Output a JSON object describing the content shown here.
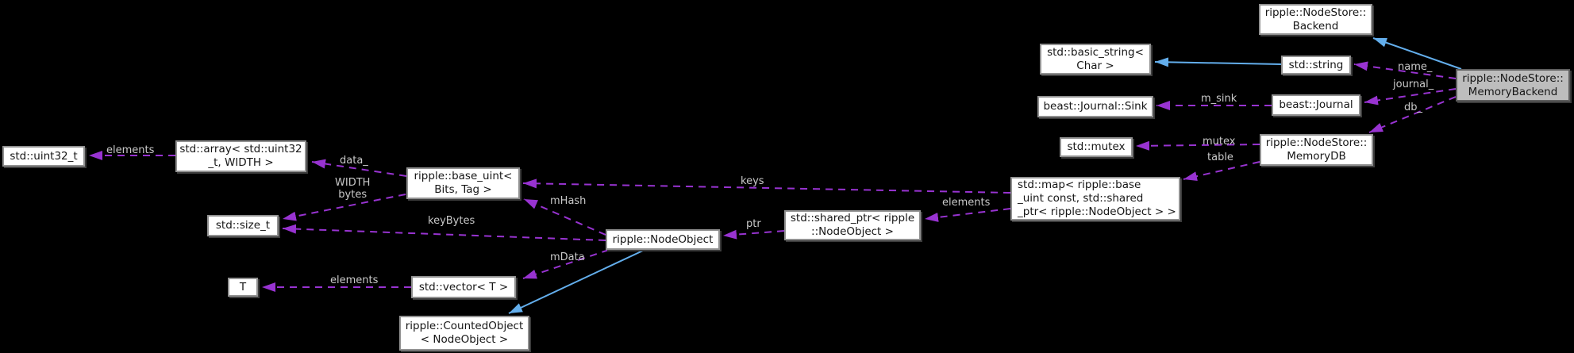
{
  "diagram": {
    "type": "doxygen-collaboration-graph",
    "nodes": {
      "uint32": {
        "label": "std::uint32_t"
      },
      "array": {
        "label": "std::array< std::uint32\n_t, WIDTH >"
      },
      "base_uint": {
        "label": "ripple::base_uint<\nBits, Tag >"
      },
      "size_t": {
        "label": "std::size_t"
      },
      "node_object": {
        "label": "ripple::NodeObject"
      },
      "shared_ptr": {
        "label": "std::shared_ptr< ripple\n::NodeObject >"
      },
      "map": {
        "label": "std::map< ripple::base\n_uint const, std::shared\n_ptr< ripple::NodeObject > >"
      },
      "t": {
        "label": "T"
      },
      "vector": {
        "label": "std::vector< T >"
      },
      "counted_object": {
        "label": "ripple::CountedObject\n< NodeObject >"
      },
      "basic_string": {
        "label": "std::basic_string<\nChar >"
      },
      "string": {
        "label": "std::string"
      },
      "journal_sink": {
        "label": "beast::Journal::Sink"
      },
      "journal": {
        "label": "beast::Journal"
      },
      "mutex": {
        "label": "std::mutex"
      },
      "memory_db": {
        "label": "ripple::NodeStore::\nMemoryDB"
      },
      "backend": {
        "label": "ripple::NodeStore::\nBackend"
      },
      "memory_backend": {
        "label": "ripple::NodeStore::\nMemoryBackend"
      }
    },
    "edge_labels": {
      "elements_array": "elements",
      "data": "data_",
      "width_bytes": "WIDTH\nbytes",
      "key_bytes": "keyBytes",
      "m_hash": "mHash",
      "keys": "keys",
      "elements_map": "elements",
      "ptr": "ptr",
      "elements_vector": "elements",
      "m_data": "mData",
      "mutex": "mutex",
      "table": "table",
      "m_sink": "m_sink",
      "name": "name_",
      "journal": "journal_",
      "db": "db_"
    },
    "colors": {
      "background": "#000000",
      "node_fill": "#ffffff",
      "node_border": "#919191",
      "highlight_fill": "#bdbdbd",
      "usage_edge": "#9833D1",
      "inheritance_edge": "#63AEEC",
      "edge_label_text": "#c9c9c9"
    }
  }
}
